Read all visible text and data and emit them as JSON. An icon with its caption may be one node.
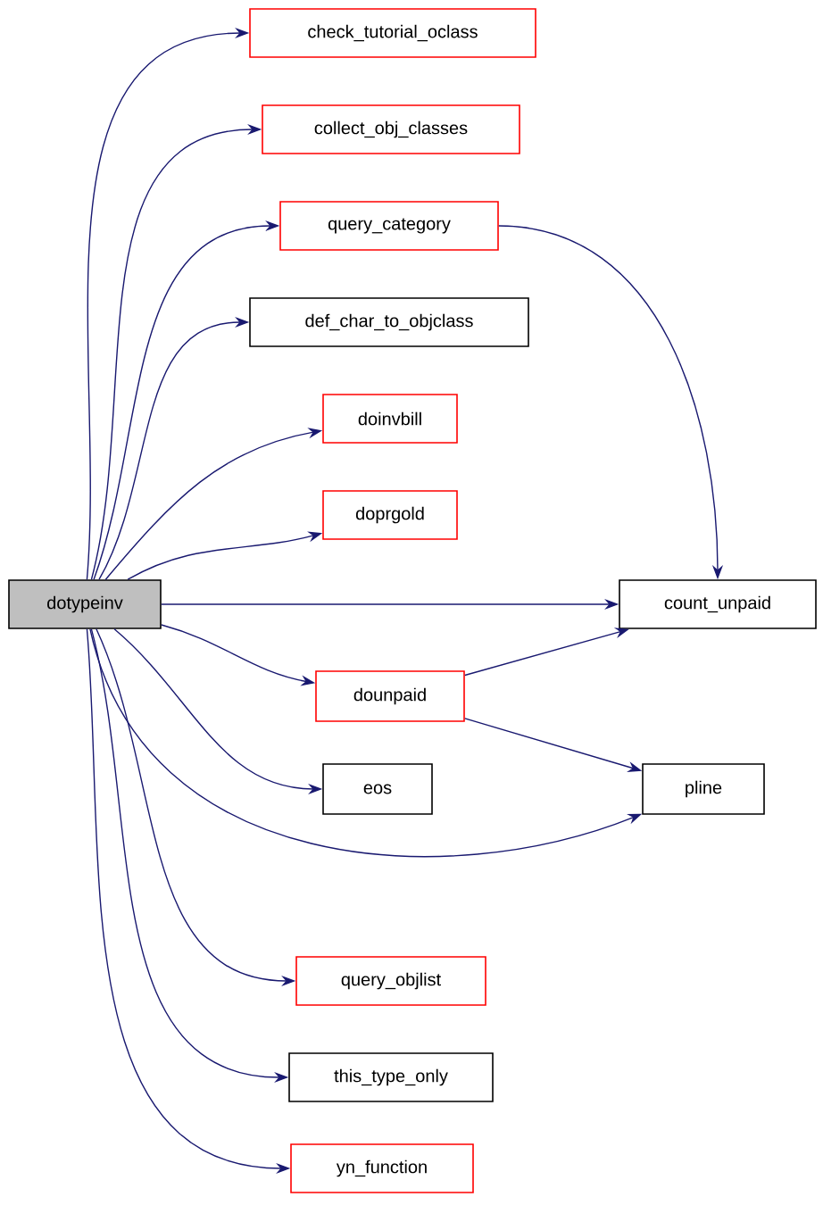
{
  "diagram": {
    "nodes": [
      {
        "text": [
          "dotypeinv"
        ]
      },
      {
        "text": [
          "check_tutorial_oclass"
        ]
      },
      {
        "text": [
          "collect_obj_classes"
        ]
      },
      {
        "text": [
          "query_category"
        ]
      },
      {
        "text": [
          "def_char_to_objclass"
        ]
      },
      {
        "text": [
          "doinvbill"
        ]
      },
      {
        "text": [
          "doprgold"
        ]
      },
      {
        "text": [
          "count_unpaid"
        ]
      },
      {
        "text": [
          "dounpaid"
        ]
      },
      {
        "text": [
          "eos"
        ]
      },
      {
        "text": [
          "pline"
        ]
      },
      {
        "text": [
          "query_objlist"
        ]
      },
      {
        "text": [
          "this_type_only"
        ]
      },
      {
        "text": [
          "yn_function"
        ]
      }
    ],
    "edges": [
      {
        "from": 0,
        "to": 1,
        "arrow": "to"
      },
      {
        "from": 0,
        "to": 2,
        "arrow": "to"
      },
      {
        "from": 0,
        "to": 3,
        "arrow": "to"
      },
      {
        "from": 0,
        "to": 4,
        "arrow": "to"
      },
      {
        "from": 0,
        "to": 5,
        "arrow": "to"
      },
      {
        "from": 0,
        "to": 6,
        "arrow": "to"
      },
      {
        "from": 0,
        "to": 7,
        "arrow": "to"
      },
      {
        "from": 0,
        "to": 8,
        "arrow": "to"
      },
      {
        "from": 0,
        "to": 9,
        "arrow": "to"
      },
      {
        "from": 0,
        "to": 10,
        "arrow": "to"
      },
      {
        "from": 0,
        "to": 11,
        "arrow": "to"
      },
      {
        "from": 0,
        "to": 12,
        "arrow": "to"
      },
      {
        "from": 0,
        "to": 13,
        "arrow": "to"
      },
      {
        "from": 3,
        "to": 7,
        "arrow": "to"
      },
      {
        "from": 8,
        "to": 7,
        "arrow": "to"
      },
      {
        "from": 8,
        "to": 10,
        "arrow": "to"
      }
    ]
  }
}
